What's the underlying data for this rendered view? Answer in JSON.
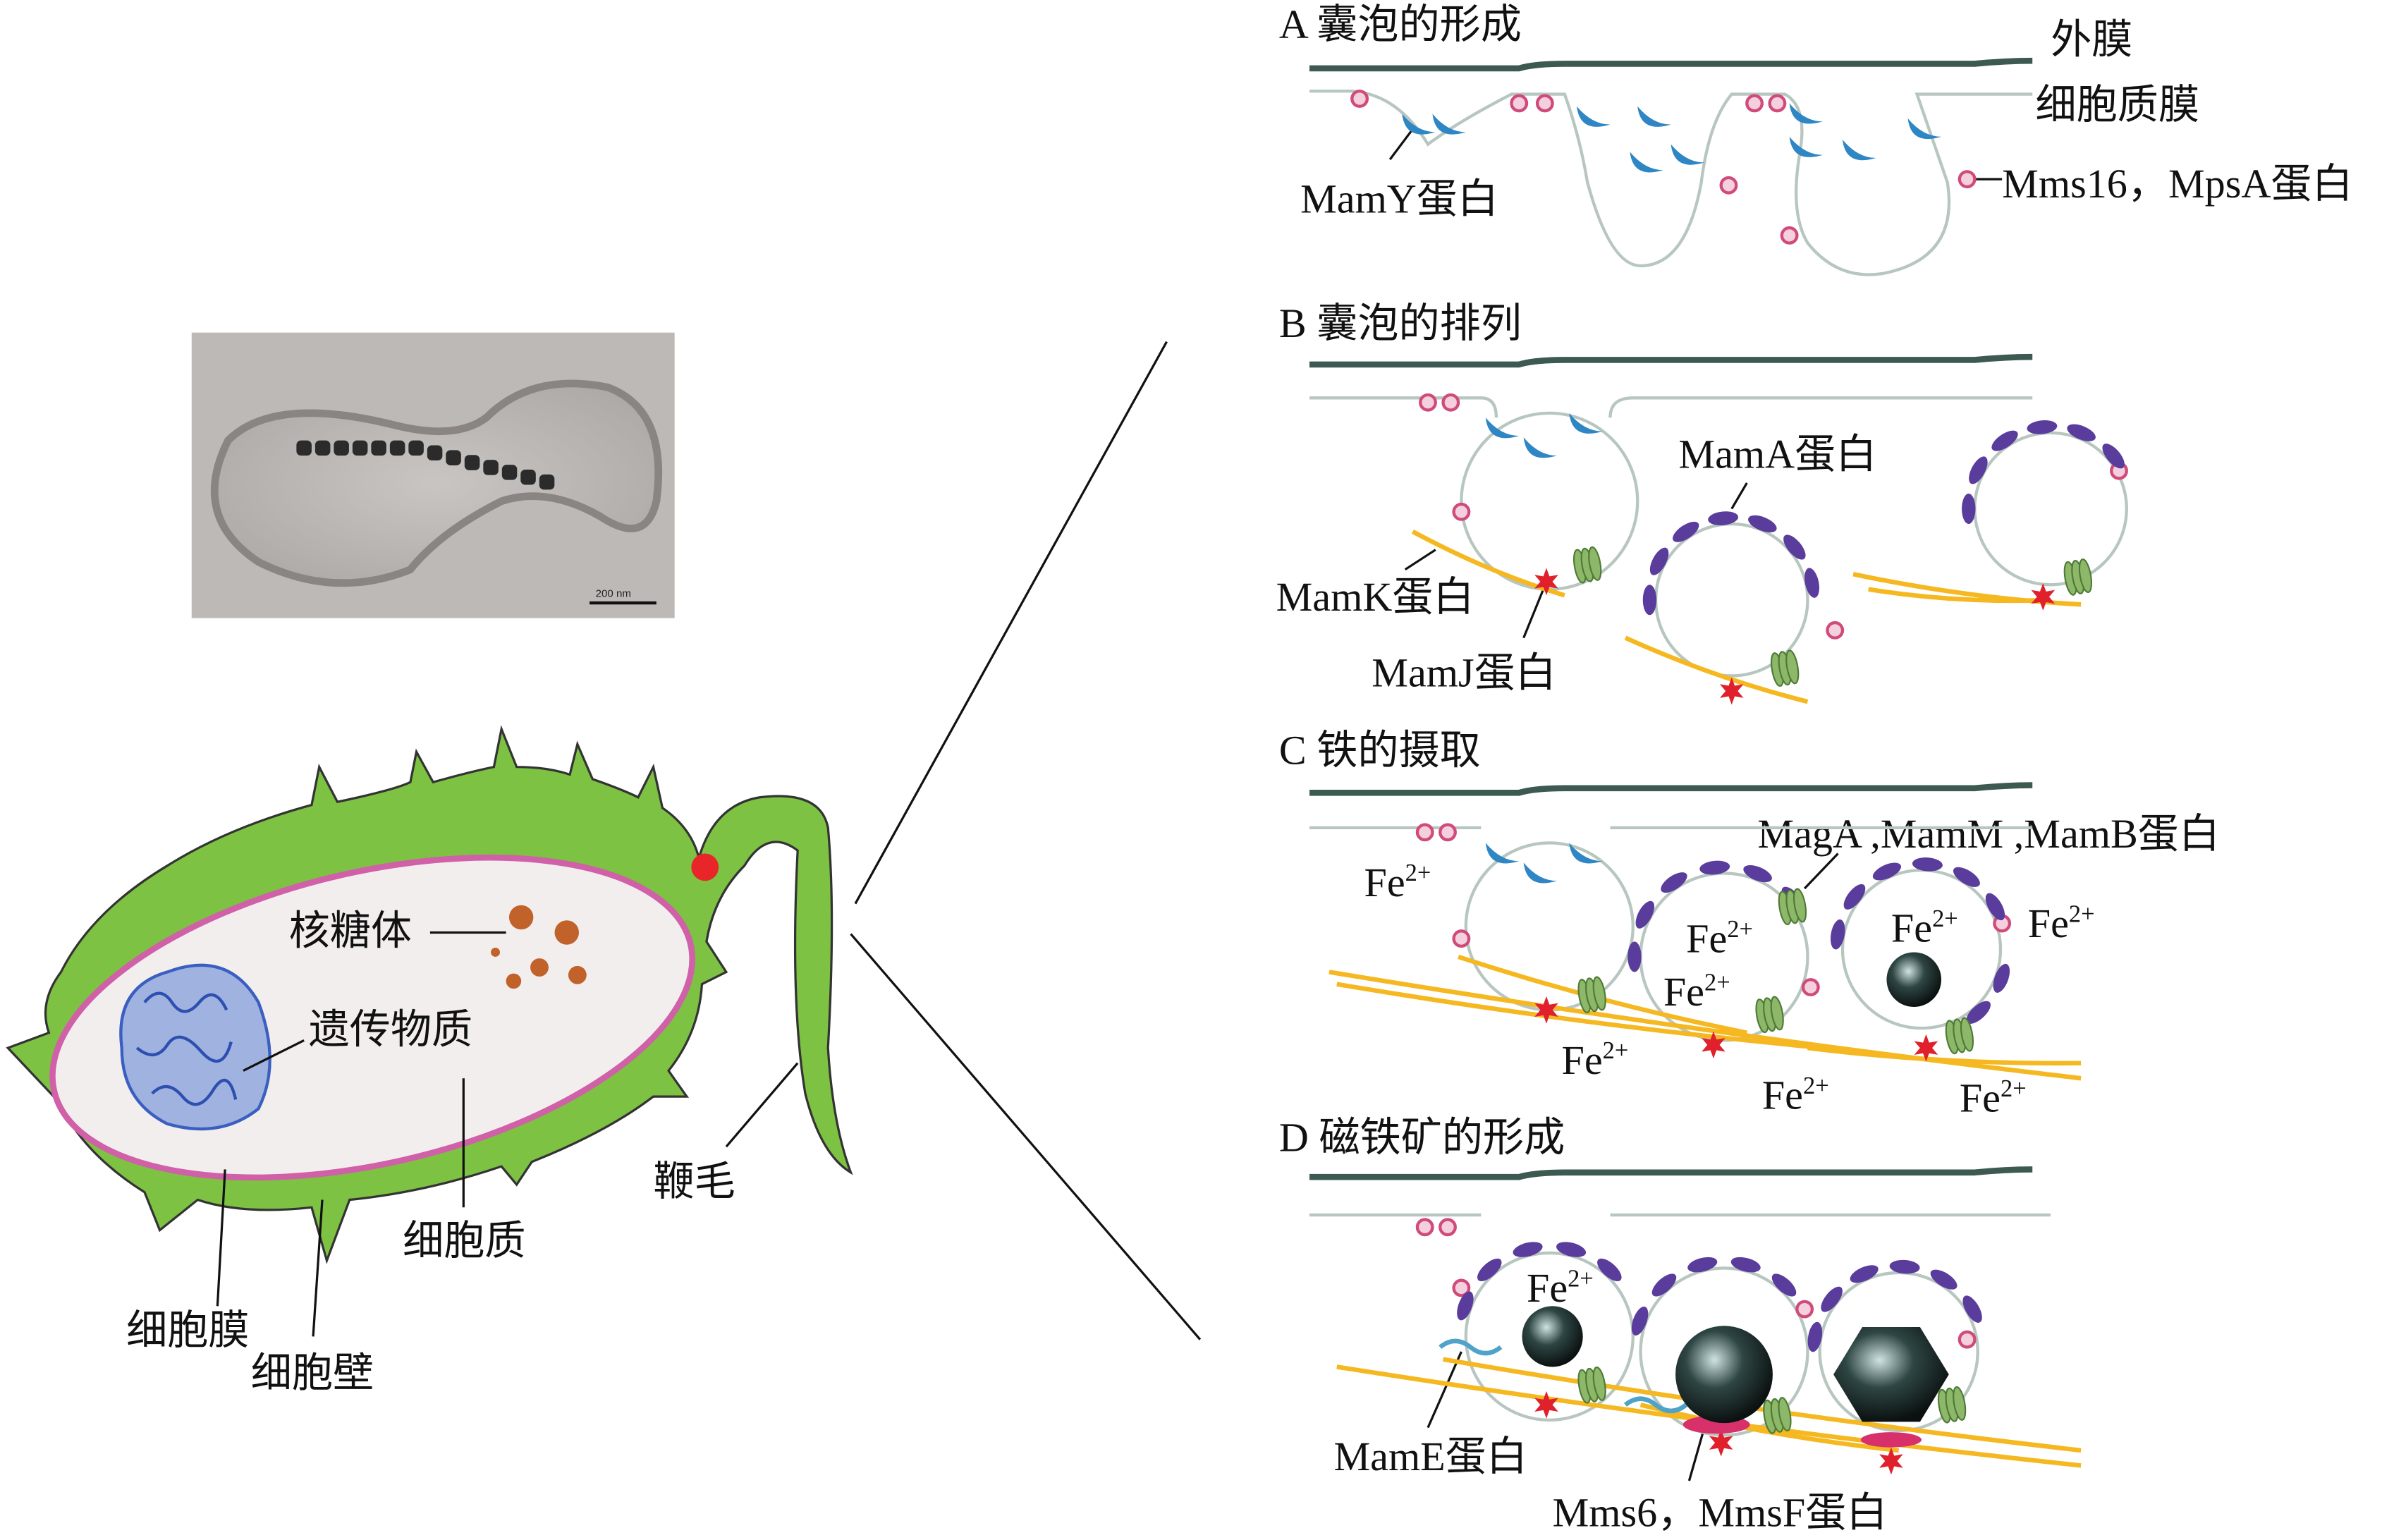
{
  "micrograph": {
    "scale_bar": "200 nm"
  },
  "cell": {
    "labels": {
      "ribosome": "核糖体",
      "genetic_material": "遗传物质",
      "cytoplasm": "细胞质",
      "flagellum": "鞭毛",
      "cell_membrane": "细胞膜",
      "cell_wall": "细胞壁"
    }
  },
  "panels": {
    "a": {
      "title": "A 囊泡的形成",
      "outer_membrane": "外膜",
      "plasma_membrane": "细胞质膜",
      "mamy": "MamY蛋白",
      "mms16": "Mms16，MpsA蛋白"
    },
    "b": {
      "title": "B 囊泡的排列",
      "mama": "MamA蛋白",
      "mamk": "MamK蛋白",
      "mamj": "MamJ蛋白"
    },
    "c": {
      "title": "C 铁的摄取",
      "maga": "MagA ,MamM ,MamB蛋白",
      "ion": "Fe",
      "charge": "2+"
    },
    "d": {
      "title": "D 磁铁矿的形成",
      "mame": "MamE蛋白",
      "mms6": "Mms6，MmsF蛋白"
    }
  },
  "colors": {
    "cell_wall": "#7dc242",
    "membrane": "#d060a8",
    "cytoplasm": "#f3eeee",
    "nucleoid": "#9fb2e0",
    "ribosome": "#c0622a",
    "mamy": "#2f86c4",
    "mama": "#5a3c9c",
    "mamk": "#f5b820",
    "mamj": "#e0202a",
    "transporter": "#8db86a",
    "vesicle_marker": "#d04a7a"
  }
}
